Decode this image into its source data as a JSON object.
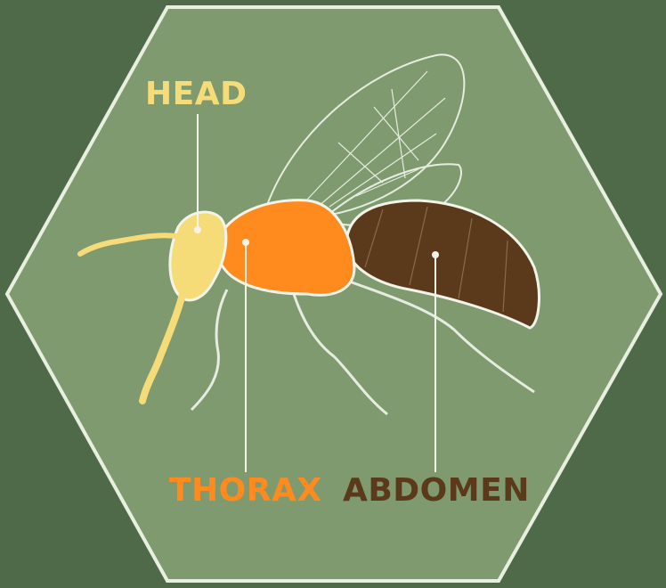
{
  "labels": {
    "head": "HEAD",
    "thorax": "THORAX",
    "abdomen": "ABDOMEN"
  },
  "colors": {
    "background": "#4f6a48",
    "hexagon_fill": "#7e9a6e",
    "hexagon_border": "#e9efe0",
    "head": "#f6dc78",
    "thorax": "#ff8a1e",
    "abdomen": "#5b3a1b",
    "outline": "#f2f4ea"
  }
}
